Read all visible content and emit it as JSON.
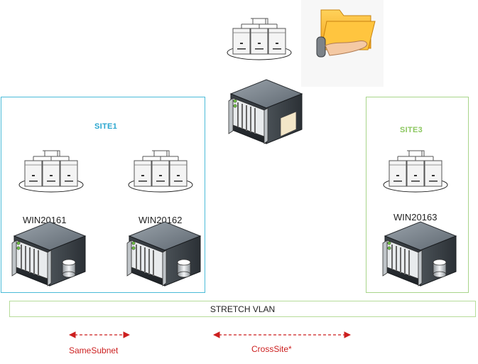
{
  "sites": [
    {
      "title": "SITE1",
      "color": "#4bbbd8"
    },
    {
      "title": "SITE3",
      "color": "#a8d58a"
    }
  ],
  "nodes": [
    {
      "label": "WIN20161"
    },
    {
      "label": "WIN20162"
    },
    {
      "label": "WIN20163"
    }
  ],
  "vlan": {
    "label": "STRETCH VLAN"
  },
  "links": [
    {
      "label": "SameSubnet",
      "color": "#cc1f1f"
    },
    {
      "label": "CrossSite*",
      "color": "#cc1f1f"
    }
  ],
  "icons": [
    "cluster-icon",
    "file-share-witness-icon",
    "server-icon",
    "server-storage-icon"
  ]
}
